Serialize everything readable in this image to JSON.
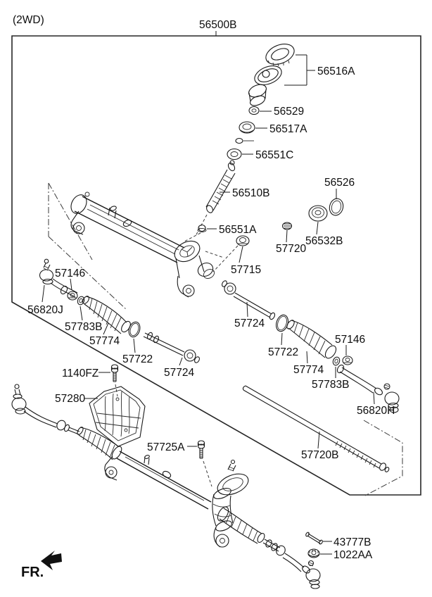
{
  "diagram": {
    "drive_variant": "(2WD)",
    "front_label": "FR.",
    "parts": {
      "56500B": "56500B",
      "56516A": "56516A",
      "56529": "56529",
      "56517A": "56517A",
      "56551C": "56551C",
      "56510B": "56510B",
      "56526": "56526",
      "56551A": "56551A",
      "56532B": "56532B",
      "57720": "57720",
      "57715": "57715",
      "57146": "57146",
      "56820J": "56820J",
      "57783B": "57783B",
      "57774": "57774",
      "57722": "57722",
      "57724": "57724",
      "1140FZ": "1140FZ",
      "57280": "57280",
      "57725A": "57725A",
      "57720B": "57720B",
      "56820H": "56820H",
      "43777B": "43777B",
      "1022AA": "1022AA"
    }
  }
}
